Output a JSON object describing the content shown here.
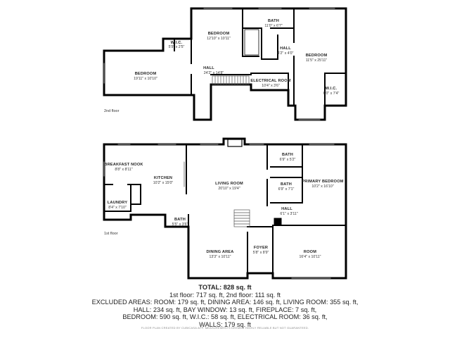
{
  "floors": {
    "second": "2nd floor",
    "first": "1st floor"
  },
  "rooms": {
    "bedroom_upper_mid": {
      "name": "BEDROOM",
      "dim": "12'10\" x 10'11\""
    },
    "bath_upper": {
      "name": "BATH",
      "dim": "11'0\" x 6'7\""
    },
    "wic_upper_left": {
      "name": "W.I.C.",
      "dim": "5'9\" x 2'5\""
    },
    "hall_upper_small": {
      "name": "HALL",
      "dim": "4'2\" x 4'0\""
    },
    "bedroom_upper_right": {
      "name": "BEDROOM",
      "dim": "11'5\" x 25'11\""
    },
    "bedroom_upper_left": {
      "name": "BEDROOM",
      "dim": "19'11\" x 10'10\""
    },
    "hall_upper": {
      "name": "HALL",
      "dim": "24'2\" x 14'8\""
    },
    "electrical_room": {
      "name": "ELECTRICAL ROOM",
      "dim": "10'4\" x 3'6\""
    },
    "wic_upper_right": {
      "name": "W.I.C.",
      "dim": "6'0\" x 7'4\""
    },
    "bath_lower_top": {
      "name": "BATH",
      "dim": "6'9\" x 5'2\""
    },
    "breakfast_nook": {
      "name": "BREAKFAST NOOK",
      "dim": "8'8\" x 8'11\""
    },
    "kitchen": {
      "name": "KITCHEN",
      "dim": "10'2\" x 15'0\""
    },
    "living_room": {
      "name": "LIVING ROOM",
      "dim": "20'10\" x 19'4\""
    },
    "primary_bedroom": {
      "name": "PRIMARY BEDROOM",
      "dim": "10'2\" x 16'10\""
    },
    "bath_lower_mid": {
      "name": "BATH",
      "dim": "6'9\" x 7'1\""
    },
    "laundry": {
      "name": "LAUNDRY",
      "dim": "8'4\" x 7'10\""
    },
    "hall_lower": {
      "name": "HALL",
      "dim": "6'1\" x 3'11\""
    },
    "bath_lower_small": {
      "name": "BATH",
      "dim": "5'5\" x 3'6\""
    },
    "foyer": {
      "name": "FOYER",
      "dim": "5'8\" x 8'9\""
    },
    "dining_area": {
      "name": "DINING AREA",
      "dim": "13'3\" x 10'11\""
    },
    "room": {
      "name": "ROOM",
      "dim": "16'4\" x 10'11\""
    }
  },
  "summary": {
    "total": "TOTAL: 828 sq. ft",
    "line1": "1st floor: 717 sq. ft, 2nd floor: 111 sq. ft",
    "line2": "EXCLUDED AREAS: ROOM: 179 sq. ft, DINING AREA: 146 sq. ft, LIVING ROOM: 355 sq. ft,",
    "line3": "HALL: 234 sq. ft, BAY WINDOW: 13 sq. ft, FIREPLACE: 7 sq. ft,",
    "line4": "BEDROOM: 590 sq. ft, W.I.C.: 58 sq. ft, ELECTRICAL ROOM: 36 sq. ft,",
    "line5": "WALLS: 179 sq. ft"
  },
  "disclaimer": "FLOOR PLAN CREATED BY CUBICASA APP. MEASUREMENTS DEEMED HIGHLY RELIABLE BUT NOT GUARANTEED."
}
